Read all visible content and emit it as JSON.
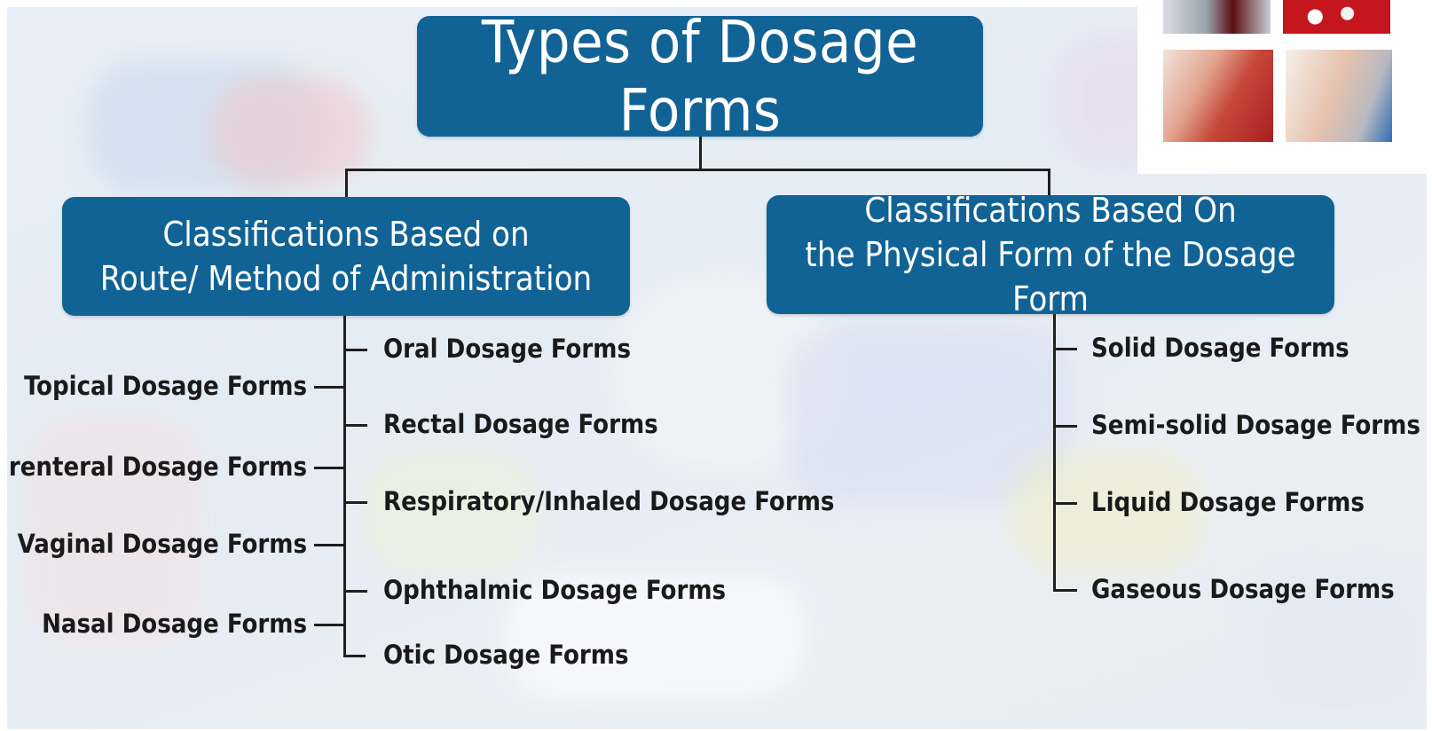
{
  "title": "Types of Dosage Forms",
  "left_branch": {
    "heading_line1": "Classifications Based on",
    "heading_line2": "Route/ Method of Administration",
    "left_items": [
      "Topical Dosage Forms",
      "Parenteral Dosage Forms",
      "Vaginal Dosage Forms",
      "Nasal Dosage Forms"
    ],
    "right_items": [
      "Oral Dosage Forms",
      "Rectal Dosage Forms",
      "Respiratory/Inhaled Dosage Forms",
      "Ophthalmic Dosage Forms",
      "Otic Dosage Forms"
    ]
  },
  "right_branch": {
    "heading_line1": "Classifications Based On",
    "heading_line2": "the Physical Form of the Dosage Form",
    "items": [
      "Solid Dosage Forms",
      "Semi-solid Dosage Forms",
      "Liquid Dosage Forms",
      "Gaseous Dosage Forms"
    ]
  },
  "colors": {
    "box_fill": "#116395",
    "box_text": "#ffffff",
    "connector": "#1f1f1f",
    "label_text": "#1a1a1a"
  },
  "photos": [
    "blood-drop-photo",
    "pills-photo",
    "finger-prick-photo",
    "syringe-photo"
  ]
}
